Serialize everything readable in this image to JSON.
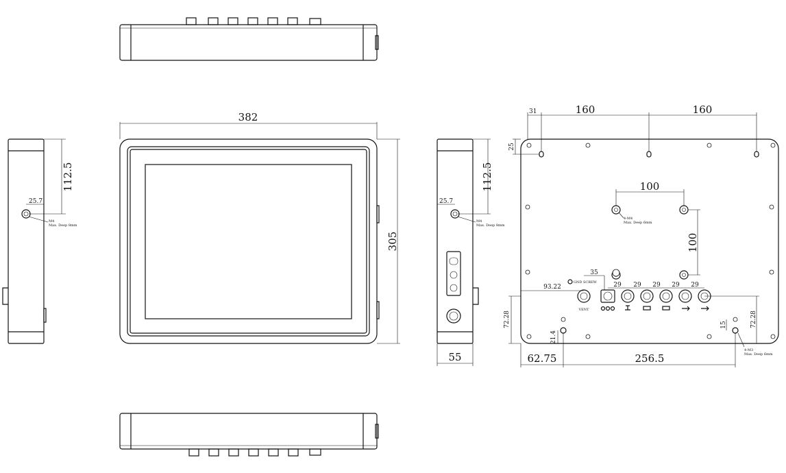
{
  "dimensions": {
    "front_width": "382",
    "front_height": "305",
    "side_offset": "112.5",
    "side_hole_offset": "25.7",
    "side_depth": "55",
    "rear_edge_offset": "31",
    "rear_hole_spacing_1": "160",
    "rear_hole_spacing_2": "160",
    "rear_top_offset": "25",
    "vesa_width": "100",
    "vesa_height": "100",
    "port_pitch": "35",
    "connector_pitch": "29",
    "vent_offset": "93.22",
    "bottom_height_left": "72.28",
    "bottom_height_right": "72.28",
    "bottom_hole_small": "21.4",
    "bottom_left_offset": "62.75",
    "bottom_hole_span": "256.5",
    "right_hole_gap": "15"
  },
  "notes": {
    "side_screw": "M4",
    "side_screw_depth": "Max. Deep 8mm",
    "vesa_screw": "4-M4",
    "vesa_screw_depth": "Max. Deep 6mm",
    "bottom_screw": "4-M3",
    "bottom_screw_depth": "Max. Deep 6mm",
    "vent_label": "VENT",
    "gnd_label": "GND SCREW"
  },
  "colors": {
    "line": "#111111",
    "background": "#ffffff"
  }
}
